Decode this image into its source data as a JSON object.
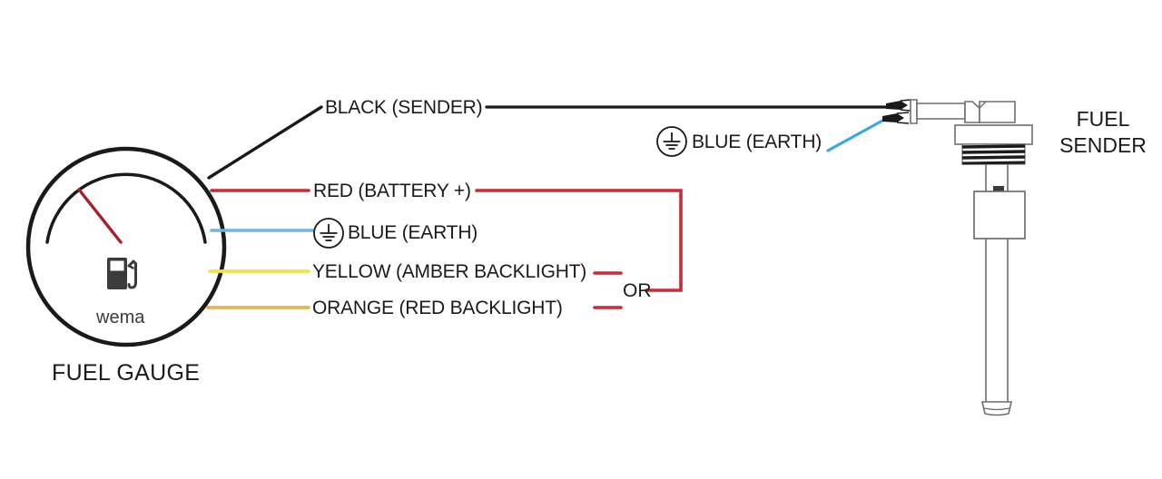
{
  "diagram": {
    "title": "Fuel gauge to fuel sender wiring diagram",
    "background": "#ffffff"
  },
  "gauge": {
    "caption": "FUEL GAUGE",
    "brand": "wema",
    "icon": "fuel-pump-icon",
    "needle_color": "#a81f2b",
    "bezel_color": "#1a1a1a"
  },
  "sender": {
    "caption_line1": "FUEL",
    "caption_line2": "SENDER",
    "body_color": "#ffffff",
    "outline_color": "#6e6e6e",
    "thread_color": "#1c1c1c"
  },
  "wires": [
    {
      "id": "black-sender",
      "label": "BLACK (SENDER)",
      "color": "#1a1a1a",
      "has_earth_symbol": false
    },
    {
      "id": "red-battery",
      "label": "RED (BATTERY +)",
      "color": "#cc2a38",
      "has_earth_symbol": false
    },
    {
      "id": "blue-earth-gauge",
      "label": "BLUE (EARTH)",
      "color": "#6cb6dd",
      "has_earth_symbol": true
    },
    {
      "id": "yellow-amber-backlight",
      "label": "YELLOW (AMBER BACKLIGHT)",
      "color": "#f2e24a",
      "has_earth_symbol": false
    },
    {
      "id": "orange-red-backlight",
      "label": "ORANGE (RED BACKLIGHT)",
      "color": "#e2b857",
      "has_earth_symbol": false
    }
  ],
  "sender_earth": {
    "label": "BLUE (EARTH)",
    "color": "#3ba9dd",
    "has_earth_symbol": true
  },
  "junction": {
    "or_label": "OR",
    "color": "#cc2a38"
  },
  "colors": {
    "black": "#1a1a1a",
    "red": "#cc2a38",
    "blue": "#6cb6dd",
    "blue_bright": "#3ba9dd",
    "yellow": "#f2e24a",
    "orange": "#e2b857",
    "outline_gray": "#6e6e6e",
    "icon_gray": "#3b3b3b"
  }
}
